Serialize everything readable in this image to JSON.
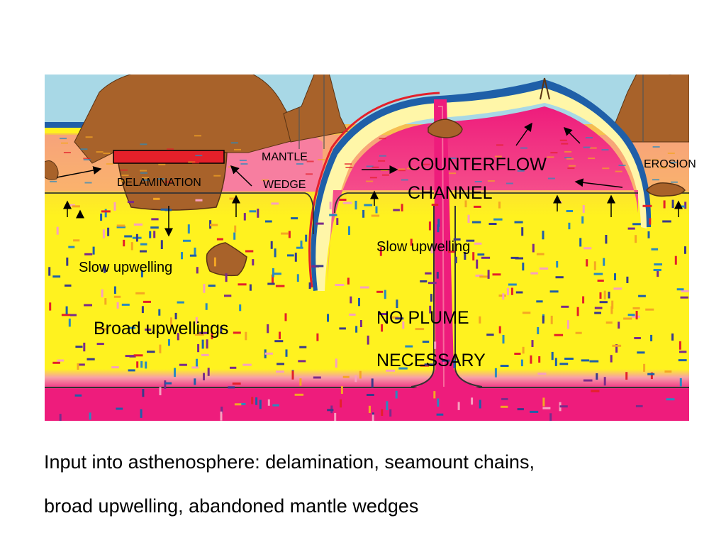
{
  "labels": {
    "mantle": "MANTLE",
    "wedge": "WEDGE",
    "delamination": "DELAMINATION",
    "counterflow_1": "COUNTERFLOW",
    "counterflow_2": "CHANNEL",
    "erosion": "EROSION",
    "slow_upwelling_left": "Slow upwelling",
    "slow_upwelling_right": "Slow upwelling",
    "broad_upwellings": "Broad upwellings",
    "no_plume_1": "NO PLUME",
    "no_plume_2": "NECESSARY"
  },
  "caption": {
    "line1": "Input into asthenosphere: delamination, seamount chains,",
    "line2": "broad upwelling, abandoned mantle wedges"
  },
  "colors": {
    "ocean": "#a8d8e6",
    "continent": "#a8622a",
    "mantle_yellow": "#fff21f",
    "magenta": "#ee1c7c",
    "pink": "#f76a9b",
    "slab_blue": "#1f5fa8",
    "delamination_bar": "#e4202a"
  }
}
